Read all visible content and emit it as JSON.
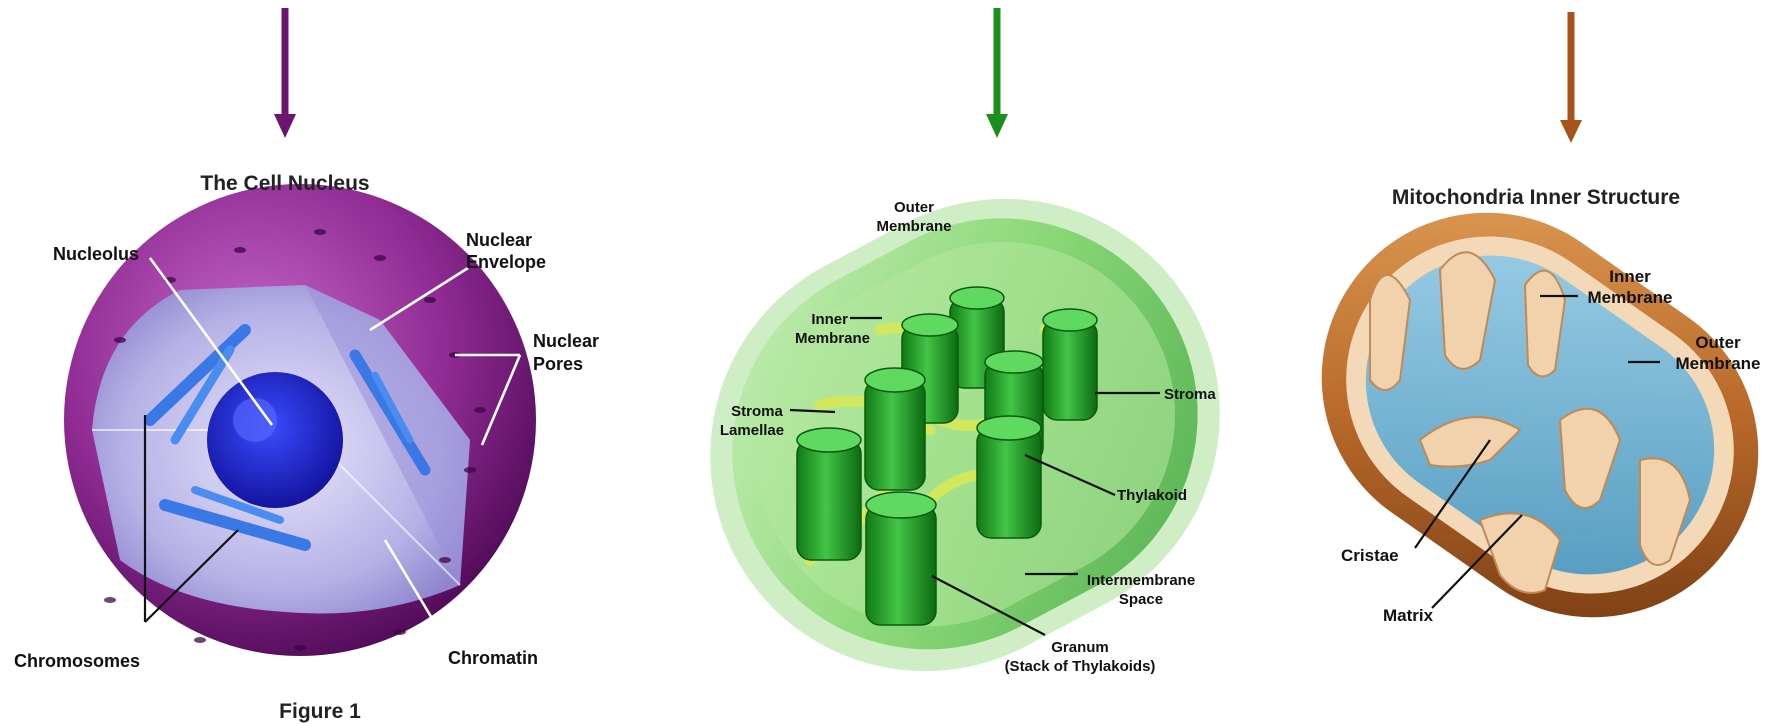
{
  "colors": {
    "arrow_nucleus": "#6b1470",
    "arrow_chloroplast": "#1a8f1a",
    "arrow_mitochondria": "#a8531c"
  },
  "nucleus": {
    "title": "The Cell Nucleus",
    "caption": "Figure 1",
    "labels": {
      "nucleolus": "Nucleolus",
      "envelope_1": "Nuclear",
      "envelope_2": "Envelope",
      "pores_1": "Nuclear",
      "pores_2": "Pores",
      "chromosomes": "Chromosomes",
      "chromatin": "Chromatin"
    }
  },
  "chloroplast": {
    "labels": {
      "outer_1": "Outer",
      "outer_2": "Membrane",
      "inner_1": "Inner",
      "inner_2": "Membrane",
      "lamellae_1": "Stroma",
      "lamellae_2": "Lamellae",
      "stroma": "Stroma",
      "thylakoid": "Thylakoid",
      "intermembrane_1": "Intermembrane",
      "intermembrane_2": "Space",
      "granum_1": "Granum",
      "granum_2": "(Stack of Thylakoids)"
    }
  },
  "mitochondria": {
    "title": "Mitochondria Inner Structure",
    "labels": {
      "inner_1": "Inner",
      "inner_2": "Membrane",
      "outer_1": "Outer",
      "outer_2": "Membrane",
      "cristae": "Cristae",
      "matrix": "Matrix"
    }
  }
}
